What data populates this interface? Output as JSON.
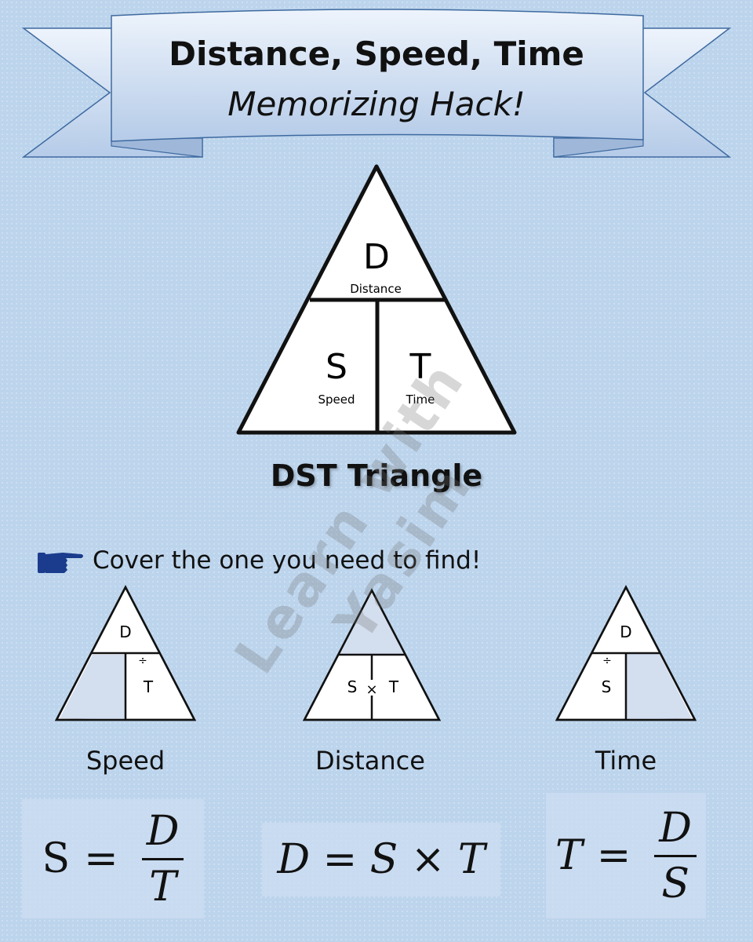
{
  "banner": {
    "title": "Distance, Speed, Time",
    "subtitle": "Memorizing Hack!"
  },
  "main_triangle": {
    "top": {
      "letter": "D",
      "label": "Distance"
    },
    "left": {
      "letter": "S",
      "label": "Speed"
    },
    "right": {
      "letter": "T",
      "label": "Time"
    }
  },
  "caption": "DST Triangle",
  "instruction": {
    "icon": "pointing-hand-icon",
    "text": "Cover the one you need to find!"
  },
  "mini_triangles": [
    {
      "label": "Speed",
      "top": "D",
      "op": "÷",
      "left": "",
      "right": "T"
    },
    {
      "label": "Distance",
      "top": "",
      "op": "×",
      "left": "S",
      "right": "T"
    },
    {
      "label": "Time",
      "top": "D",
      "op": "÷",
      "left": "S",
      "right": ""
    }
  ],
  "formulas": {
    "speed": {
      "lhs": "S",
      "eq": "=",
      "num": "D",
      "den": "T"
    },
    "distance": {
      "text": "D = S × T"
    },
    "time": {
      "lhs": "T",
      "eq": "=",
      "num": "D",
      "den": "S"
    }
  },
  "watermark": "Learn with Yasim",
  "colors": {
    "background": "#bcd4ec",
    "banner_fill": "#c9daf0",
    "banner_stroke": "#3e6aa0",
    "cover_fill": "#d3deef",
    "icon_blue": "#1b3c8c"
  }
}
